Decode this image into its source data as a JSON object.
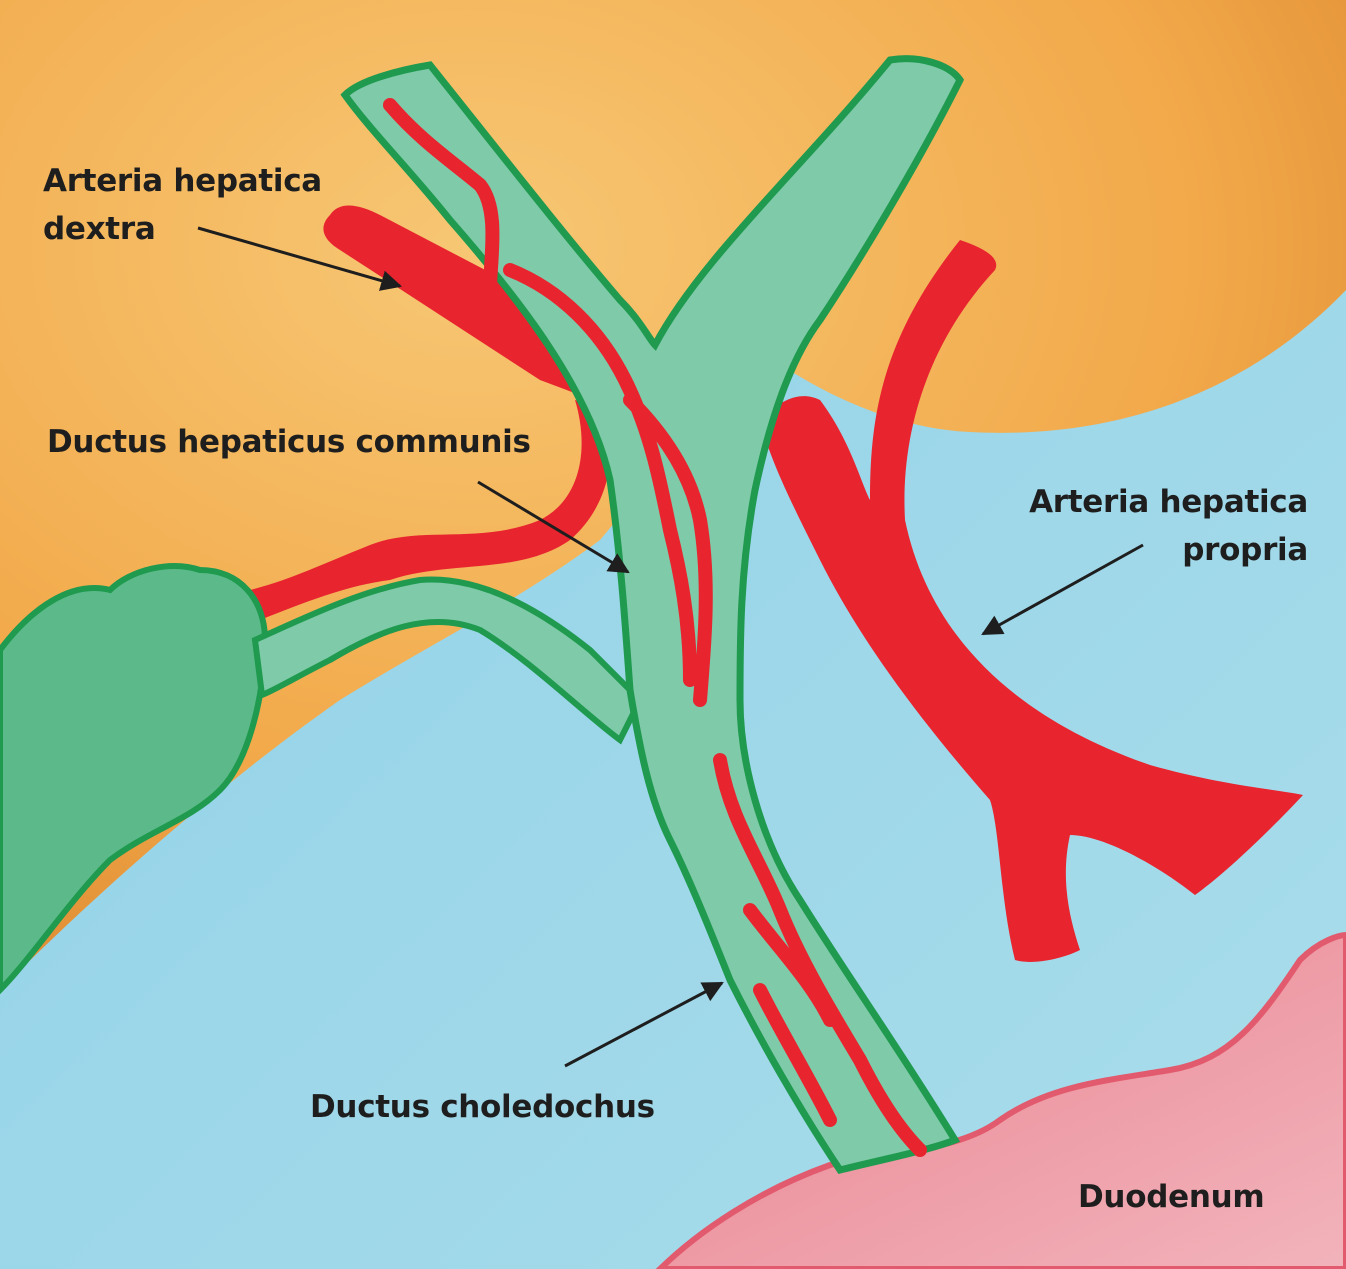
{
  "labels": {
    "arteria_hepatica_dextra": {
      "line1": "Arteria hepatica",
      "line2": "dextra"
    },
    "ductus_hepaticus_communis": "Ductus hepaticus communis",
    "arteria_hepatica_propria": {
      "line1": "Arteria hepatica",
      "line2": "propria"
    },
    "ductus_choledochus": "Ductus choledochus",
    "duodenum": "Duodenum"
  },
  "colors": {
    "liver": "#f2a94a",
    "background": "#96d3e6",
    "duct_fill": "#7fcaa9",
    "duct_outline": "#1f9a4f",
    "artery": "#e8242f",
    "duodenum": "#ee9aa5",
    "duodenum_outline": "#e25a6d"
  }
}
